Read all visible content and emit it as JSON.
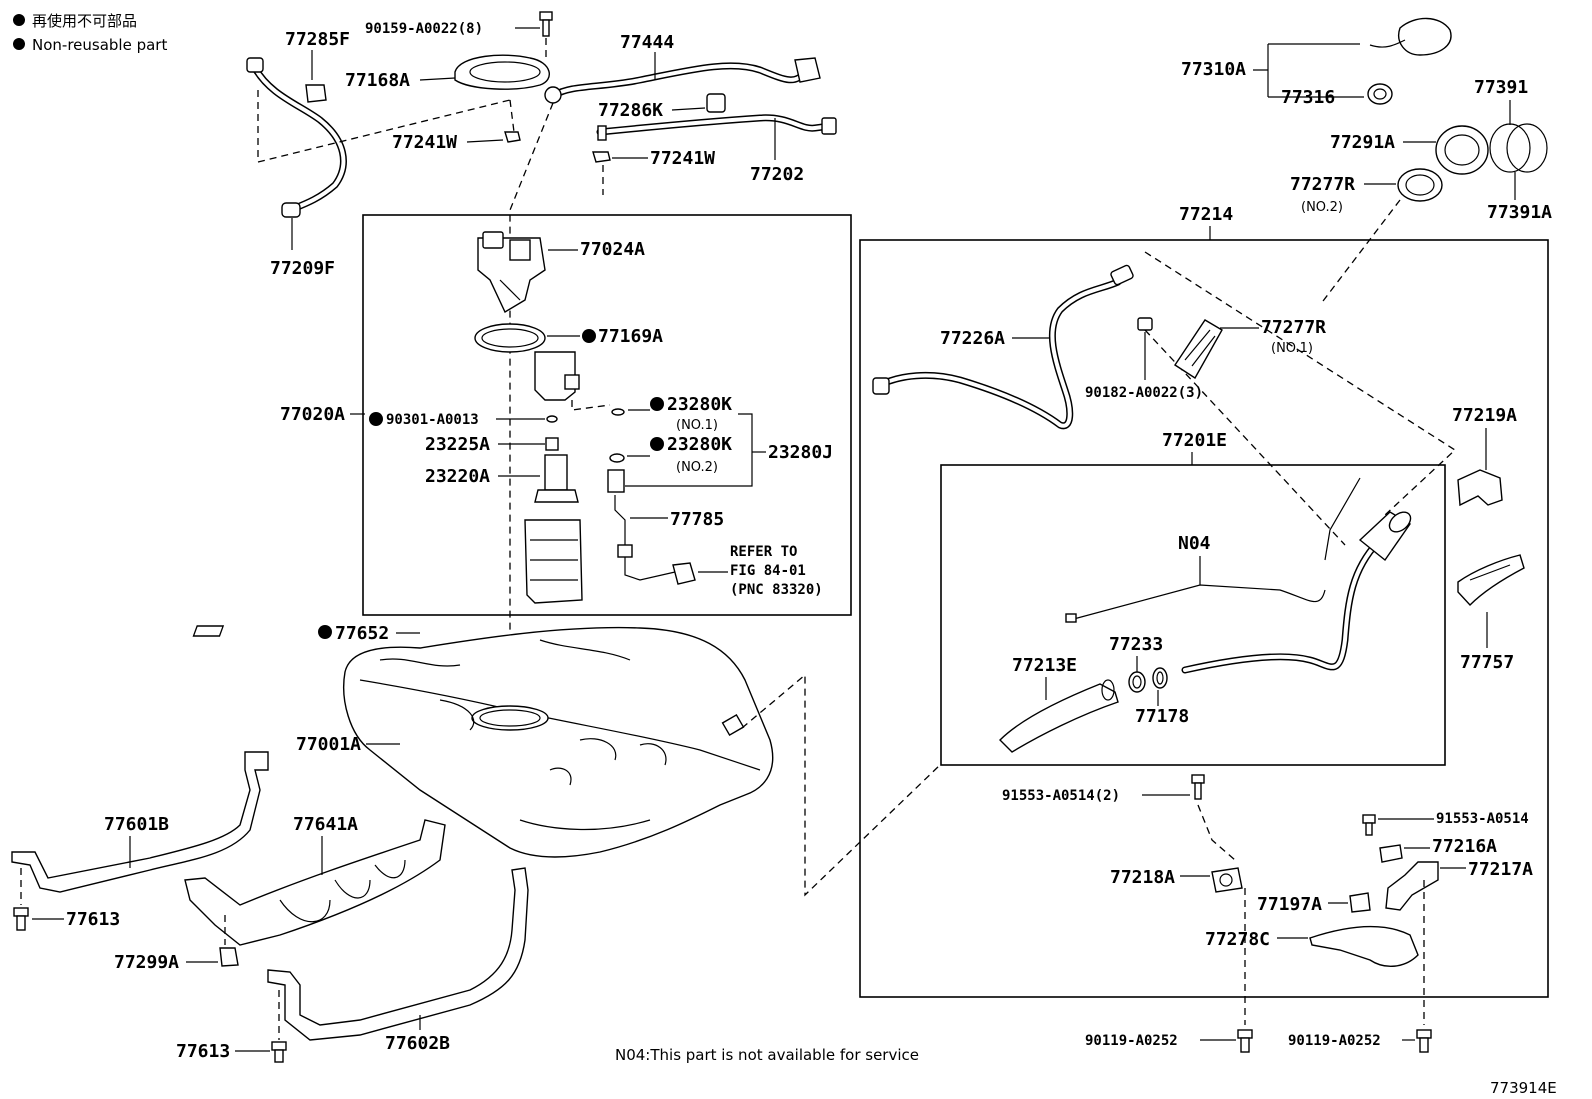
{
  "legend": {
    "line1": "再使用不可部品",
    "line2": "Non-reusable part"
  },
  "footer_note": "N04:This part is not available for service",
  "figure_id": "773914E",
  "labels": {
    "p77285F": "77285F",
    "p90159": "90159-A0022(8)",
    "p77444": "77444",
    "p77168A": "77168A",
    "p77286K": "77286K",
    "p77241W_a": "77241W",
    "p77241W_b": "77241W",
    "p77202": "77202",
    "p77209F": "77209F",
    "p77024A": "77024A",
    "p77169A": "77169A",
    "p77020A": "77020A",
    "p90301": "90301-A0013",
    "p23225A": "23225A",
    "p23220A": "23220A",
    "p23280K_1": "23280K",
    "no1_a": "(NO.1)",
    "p23280K_2": "23280K",
    "no2_a": "(NO.2)",
    "p23280J": "23280J",
    "p77785": "77785",
    "refer1": "REFER TO",
    "refer2": "FIG 84-01",
    "refer3": "(PNC 83320)",
    "p77652": "77652",
    "p77001A": "77001A",
    "p77601B": "77601B",
    "p77641A": "77641A",
    "p77613_a": "77613",
    "p77299A": "77299A",
    "p77613_b": "77613",
    "p77602B": "77602B",
    "p77310A": "77310A",
    "p77316": "77316",
    "p77391": "77391",
    "p77291A": "77291A",
    "p77277R_2": "77277R",
    "no2_b": "(NO.2)",
    "p77391A": "77391A",
    "p77214": "77214",
    "p77226A": "77226A",
    "p77277R_1": "77277R",
    "no1_b": "(NO.1)",
    "p90182": "90182-A0022(3)",
    "p77219A": "77219A",
    "p77201E": "77201E",
    "pN04": "N04",
    "p77233": "77233",
    "p77213E": "77213E",
    "p77178": "77178",
    "p77757": "77757",
    "p91553_2": "91553-A0514(2)",
    "p91553": "91553-A0514",
    "p77216A": "77216A",
    "p77217A": "77217A",
    "p77218A": "77218A",
    "p77197A": "77197A",
    "p77278C": "77278C",
    "p90119_a": "90119-A0252",
    "p90119_b": "90119-A0252"
  }
}
